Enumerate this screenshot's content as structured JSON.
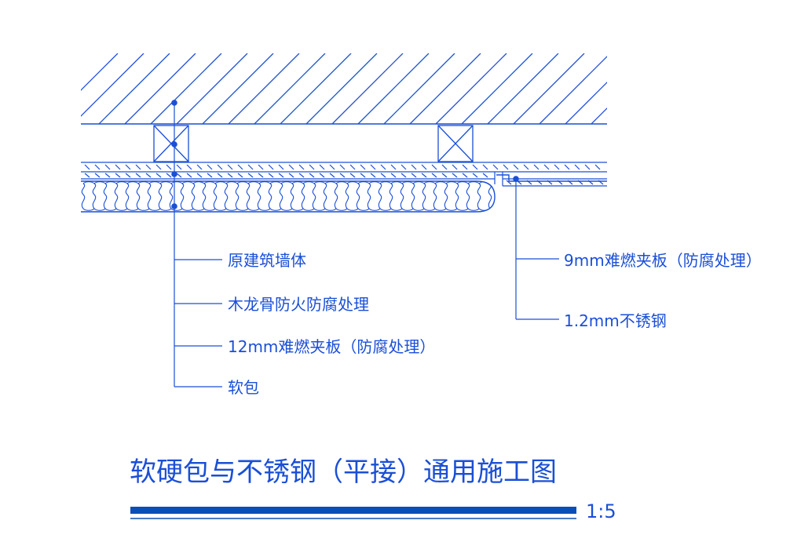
{
  "colors": {
    "line": "#1a4fd6",
    "bar": "#0a4fb8",
    "background": "#ffffff"
  },
  "callouts_left": [
    {
      "label": "原建筑墙体"
    },
    {
      "label": "木龙骨防火防腐处理"
    },
    {
      "label": "12mm难燃夹板（防腐处理）"
    },
    {
      "label": "软包"
    }
  ],
  "callouts_right": [
    {
      "label": "9mm难燃夹板（防腐处理）"
    },
    {
      "label": "1.2mm不锈钢"
    }
  ],
  "title": {
    "text": "软硬包与不锈钢（平接）通用施工图",
    "scale": "1:5"
  }
}
